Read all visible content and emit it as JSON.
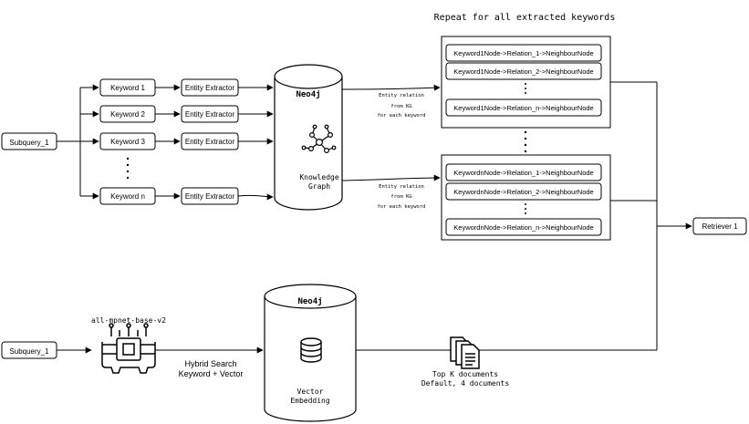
{
  "header": {
    "repeat_label": "Repeat for all extracted keywords"
  },
  "top_flow": {
    "subquery": "Subquery_1",
    "keywords": [
      "Keyword 1",
      "Keyword 2",
      "Keyword 3",
      "Keyword n"
    ],
    "extractor_label": "Entity Extractor",
    "db_title": "Neo4j",
    "db_caption_line1": "Knowledge",
    "db_caption_line2": "Graph",
    "db_icon": "knowledge-graph-icon",
    "relation_note": [
      "Entity relation",
      "from KG",
      "for each keyword"
    ],
    "group1_rows": [
      "Keyword1Node->Relation_1->NeighbourNode",
      "Keyword1Node->Relation_2->NeighbourNode",
      "Keyword1Node->Relation_n->NeighbourNode"
    ],
    "group2_rows": [
      "KeywordnNode->Relation_1->NeighbourNode",
      "KeywordnNode->Relation_2->NeighbourNode",
      "KeywordnNode->Relation_n->NeighbourNode"
    ],
    "retriever": "Retriever 1"
  },
  "bottom_flow": {
    "subquery": "Subquery_1",
    "model_name": "all-mpnet-base-v2",
    "model_icon": "chip-gear-icon",
    "search_line1": "Hybrid Search",
    "search_line2": "Keyword + Vector",
    "db_title": "Neo4j",
    "db_icon": "database-icon",
    "db_caption_line1": "Vector",
    "db_caption_line2": "Embedding",
    "docs_icon": "documents-icon",
    "docs_line1": "Top K documents",
    "docs_line2": "Default, 4 documents"
  }
}
